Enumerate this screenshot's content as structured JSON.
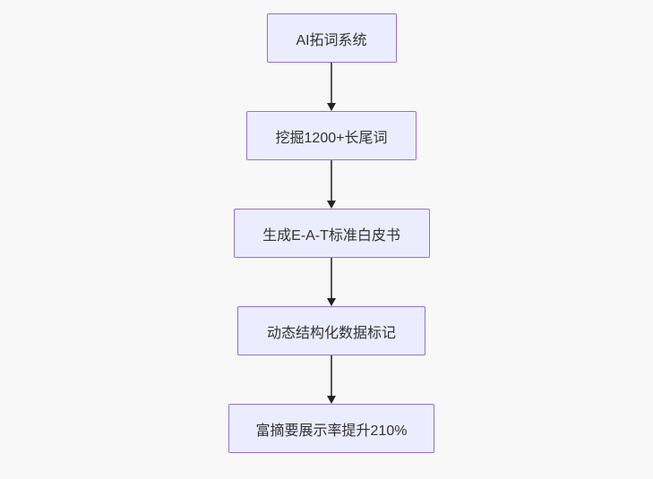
{
  "flowchart": {
    "type": "flowchart-vertical",
    "nodes": [
      {
        "id": "A",
        "label": "AI拓词系统"
      },
      {
        "id": "B",
        "label": "挖掘1200+长尾词"
      },
      {
        "id": "C",
        "label": "生成E-A-T标准白皮书"
      },
      {
        "id": "D",
        "label": "动态结构化数据标记"
      },
      {
        "id": "E",
        "label": "富摘要展示率提升210%"
      }
    ],
    "edges": [
      {
        "from": "A",
        "to": "B"
      },
      {
        "from": "B",
        "to": "C"
      },
      {
        "from": "C",
        "to": "D"
      },
      {
        "from": "D",
        "to": "E"
      }
    ],
    "colors": {
      "background": "#f8f8f8",
      "node_fill": "#ECECFF",
      "node_border": "#9370DB",
      "text": "#333333",
      "arrow_line": "#555555",
      "arrow_head": "#222222"
    }
  }
}
